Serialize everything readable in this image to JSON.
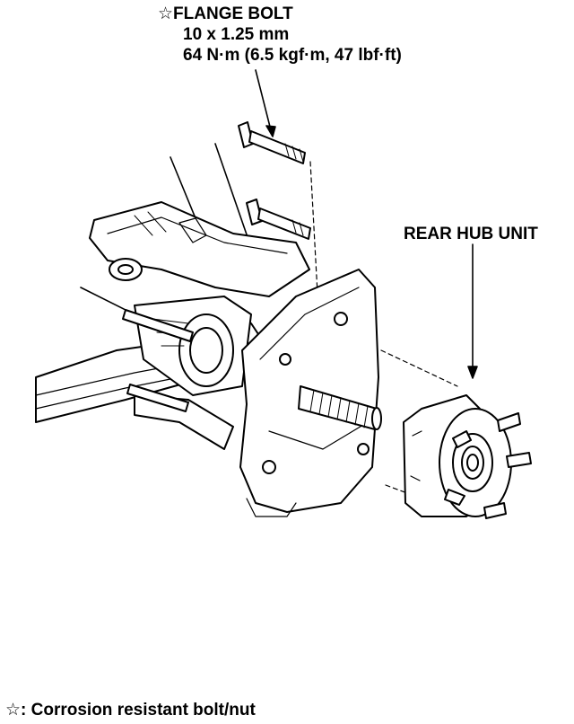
{
  "callouts": {
    "flange_bolt": {
      "title": "☆FLANGE BOLT",
      "size": "10 x 1.25 mm",
      "torque": "64 N·m (6.5 kgf·m, 47 lbf·ft)"
    },
    "rear_hub_unit": "REAR HUB UNIT"
  },
  "legend": "☆: Corrosion resistant bolt/nut",
  "colors": {
    "line": "#000000",
    "background": "#ffffff"
  }
}
